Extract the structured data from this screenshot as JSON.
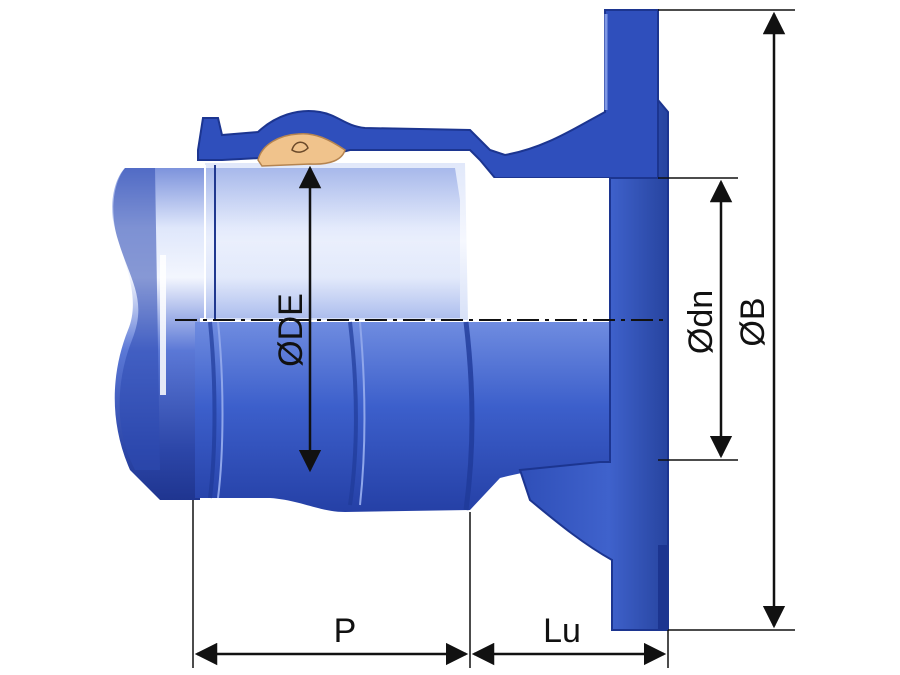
{
  "labels": {
    "de": "ØDE",
    "dn": "Ødn",
    "b": "ØB",
    "p": "P",
    "lu": "Lu"
  },
  "colors": {
    "fitting_dark": "#1e3f9e",
    "fitting_mid": "#3457c4",
    "fitting_light": "#c9d7f7",
    "pipe_light": "#e8eefc",
    "gasket": "#f0c38c",
    "dimension": "#111111"
  }
}
